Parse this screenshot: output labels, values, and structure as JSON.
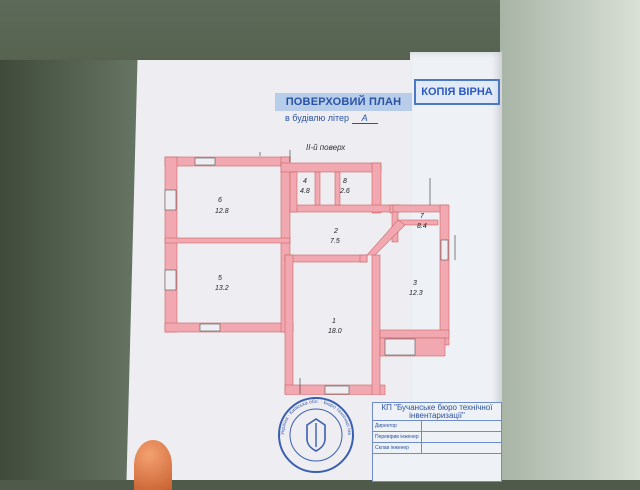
{
  "header": {
    "plan_title": "ПОВЕРХОВИЙ ПЛАН",
    "letter_label": "в будівлю літер",
    "letter_value": "А",
    "copy_stamp": "КОПІЯ ВІРНА",
    "floor_note": "ІІ-й поверх"
  },
  "rooms": [
    {
      "id": "6",
      "area": "12.8"
    },
    {
      "id": "5",
      "area": "13.2"
    },
    {
      "id": "4",
      "area": "4.8"
    },
    {
      "id": "8",
      "area": "2.6"
    },
    {
      "id": "2",
      "area": "7.5"
    },
    {
      "id": "7",
      "area": "8.4"
    },
    {
      "id": "3",
      "area": "12.3"
    },
    {
      "id": "1",
      "area": "18.0"
    }
  ],
  "organization": {
    "name": "КП \"Бучанське бюро технічної інвентаризації\"",
    "rows": [
      "Директор",
      "Перевірив інженер",
      "Склав інженер"
    ]
  },
  "seal": {
    "text": "Україна · Київська обл. · Бюро технічної інвентаризації"
  },
  "colors": {
    "wall": "#f2a8b0",
    "ink": "#2a53a4",
    "paper": "#eeeef2"
  }
}
